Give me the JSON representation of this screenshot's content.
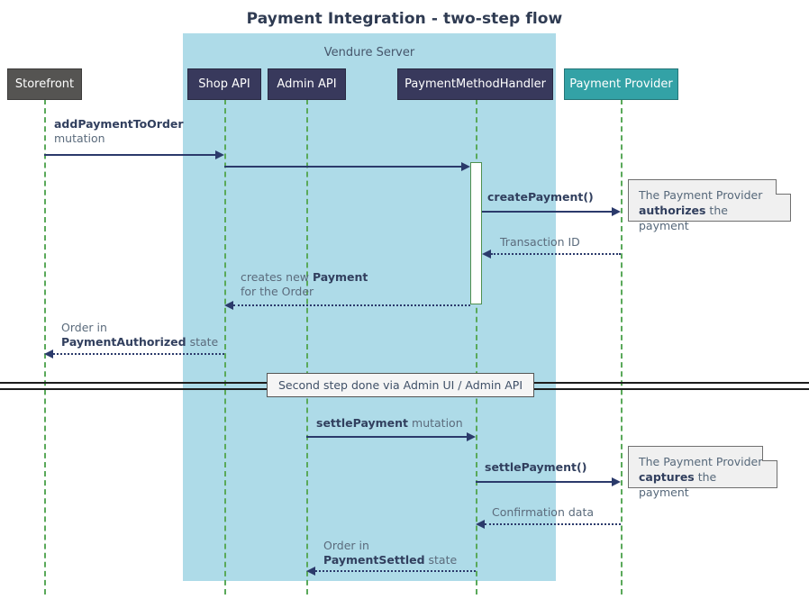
{
  "diagram": {
    "title": "Payment Integration - two-step flow",
    "type": "sequence",
    "group": {
      "label": "Vendure Server",
      "color": "#aedbe8"
    },
    "colors": {
      "participant_dark": "#38395c",
      "participant_grey": "#555452",
      "participant_teal": "#33a2a6",
      "lifeline_green": "#5aa95a",
      "arrow_navy": "#2b3a6b",
      "note_bg": "#f0f0f0",
      "text_grey": "#5b6b7c"
    },
    "participants": [
      {
        "id": "storefront",
        "label": "Storefront",
        "style": "grey",
        "in_group": false
      },
      {
        "id": "shop-api",
        "label": "Shop API",
        "style": "dark",
        "in_group": true
      },
      {
        "id": "admin-api",
        "label": "Admin API",
        "style": "dark",
        "in_group": true
      },
      {
        "id": "payment-method-handler",
        "label": "PaymentMethodHandler",
        "style": "dark",
        "in_group": true
      },
      {
        "id": "payment-provider",
        "label": "Payment Provider",
        "style": "teal",
        "in_group": false
      }
    ],
    "messages": [
      {
        "id": "add-payment-to-order",
        "from": "storefront",
        "to": "shop-api",
        "label_bold": "addPaymentToOrder",
        "label_rest": "mutation",
        "style": "solid",
        "direction": "right"
      },
      {
        "id": "shop-api-to-handler",
        "from": "shop-api",
        "to": "payment-method-handler",
        "label_bold": "",
        "label_rest": "",
        "style": "solid",
        "direction": "right"
      },
      {
        "id": "create-payment",
        "from": "payment-method-handler",
        "to": "payment-provider",
        "label_bold": "createPayment()",
        "label_rest": "",
        "style": "solid",
        "direction": "right"
      },
      {
        "id": "transaction-id",
        "from": "payment-provider",
        "to": "payment-method-handler",
        "label_bold": "",
        "label_rest": "Transaction ID",
        "style": "dotted",
        "direction": "left"
      },
      {
        "id": "creates-new-payment",
        "from": "payment-method-handler",
        "to": "shop-api",
        "label_line1_pre": "creates new ",
        "label_line1_bold": "Payment",
        "label_line2": "for the Order",
        "style": "dotted",
        "direction": "left"
      },
      {
        "id": "order-payment-authorized",
        "from": "shop-api",
        "to": "storefront",
        "label_line1": "Order in",
        "label_line2_bold": "PaymentAuthorized",
        "label_line2_rest": " state",
        "style": "dotted",
        "direction": "left"
      },
      {
        "id": "settle-payment-mutation",
        "from": "admin-api",
        "to": "payment-method-handler",
        "label_bold": "settlePayment",
        "label_rest": " mutation",
        "style": "solid",
        "direction": "right"
      },
      {
        "id": "settle-payment-call",
        "from": "payment-method-handler",
        "to": "payment-provider",
        "label_bold": "settlePayment()",
        "label_rest": "",
        "style": "solid",
        "direction": "right"
      },
      {
        "id": "confirmation-data",
        "from": "payment-provider",
        "to": "payment-method-handler",
        "label_bold": "",
        "label_rest": "Confirmation data",
        "style": "dotted",
        "direction": "left"
      },
      {
        "id": "order-payment-settled",
        "from": "payment-method-handler",
        "to": "admin-api",
        "label_line1": "Order in",
        "label_line2_bold": "PaymentSettled",
        "label_line2_rest": " state",
        "style": "dotted",
        "direction": "left"
      }
    ],
    "notes": [
      {
        "id": "note-authorizes",
        "line1": "The Payment Provider",
        "line2_bold": "authorizes",
        "line2_rest": " the payment"
      },
      {
        "id": "note-captures",
        "line1": "The Payment Provider",
        "line2_bold": "captures",
        "line2_rest": " the payment"
      }
    ],
    "divider": {
      "label": "Second step done via Admin UI / Admin API"
    }
  }
}
